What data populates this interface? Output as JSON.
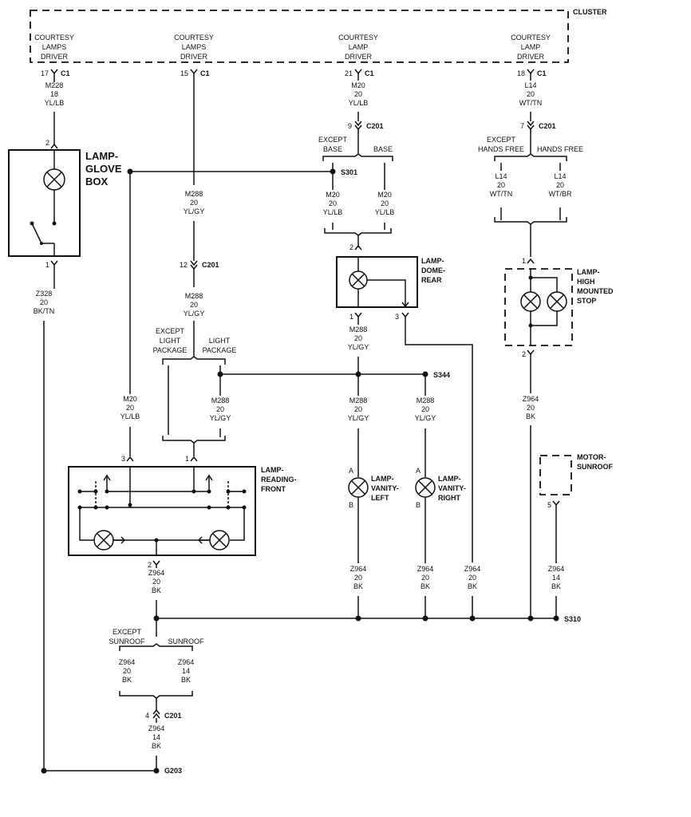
{
  "cluster": {
    "name": "CLUSTER",
    "drivers": [
      "COURTESY\nLAMPS\nDRIVER",
      "COURTESY\nLAMPS\nDRIVER",
      "COURTESY\nLAMP\nDRIVER",
      "COURTESY\nLAMP\nDRIVER"
    ],
    "pins": [
      "17",
      "15",
      "21",
      "18"
    ],
    "connector": "C1"
  },
  "components": {
    "glove_box": "LAMP-\nGLOVE\nBOX",
    "dome_rear": "LAMP-\nDOME-\nREAR",
    "high_stop": "LAMP-\nHIGH\nMOUNTED\nSTOP",
    "reading_front": "LAMP-\nREADING-\nFRONT",
    "vanity_left": "LAMP-\nVANITY-\nLEFT",
    "vanity_right": "LAMP-\nVANITY-\nRIGHT",
    "motor_sunroof": "MOTOR-\nSUNROOF"
  },
  "wires": {
    "m228": "M228\n18\nYL/LB",
    "z328": "Z328\n20\nBK/TN",
    "m288_a": "M288\n20\nYL/GY",
    "m288_b": "M288\n20\nYL/GY",
    "m20_top": "M20\n20\nYL/LB",
    "m20_l": "M20\n20\nYL/LB",
    "m20_r": "M20\n20\nYL/LB",
    "m288_dome": "M288\n20\nYL/GY",
    "l14_top": "L14\n20\nWT/TN",
    "l14_l": "L14\n20\nWT/TN",
    "l14_r": "L14\n20\nWT/BR",
    "m20_read": "M20\n20\nYL/LB",
    "m288_lp": "M288\n20\nYL/GY",
    "m288_vl": "M288\n20\nYL/GY",
    "m288_vr": "M288\n20\nYL/GY",
    "z964_stop": "Z964\n20\nBK",
    "z964_read": "Z964\n20\nBK",
    "z964_vl": "Z964\n20\nBK",
    "z964_vr": "Z964\n20\nBK",
    "z964_dome": "Z964\n20\nBK",
    "z964_motor": "Z964\n14\nBK",
    "z964_es": "Z964\n20\nBK",
    "z964_s": "Z964\n14\nBK",
    "z964_g": "Z964\n14\nBK"
  },
  "options": {
    "except_base": "EXCEPT\nBASE",
    "base": "BASE",
    "except_hands_free": "EXCEPT\nHANDS FREE",
    "hands_free": "HANDS FREE",
    "except_light_package": "EXCEPT\nLIGHT\nPACKAGE",
    "light_package": "LIGHT\nPACKAGE",
    "except_sunroof": "EXCEPT\nSUNROOF",
    "sunroof": "SUNROOF"
  },
  "splices": {
    "s301": "S301",
    "s344": "S344",
    "s310": "S310",
    "g203": "G203"
  },
  "connectors": {
    "c201": "C201"
  },
  "pins": {
    "glove_top": "2",
    "glove_bot": "1",
    "c201_m20": "9",
    "c201_l14": "7",
    "c201_m288": "12",
    "c201_gnd": "4",
    "dome_top": "2",
    "dome_b1": "1",
    "dome_b3": "3",
    "stop_top": "1",
    "stop_bot": "2",
    "read_3": "3",
    "read_1": "1",
    "read_2": "2",
    "vl_a": "A",
    "vl_b": "B",
    "vr_a": "A",
    "vr_b": "B",
    "motor_5": "5"
  }
}
